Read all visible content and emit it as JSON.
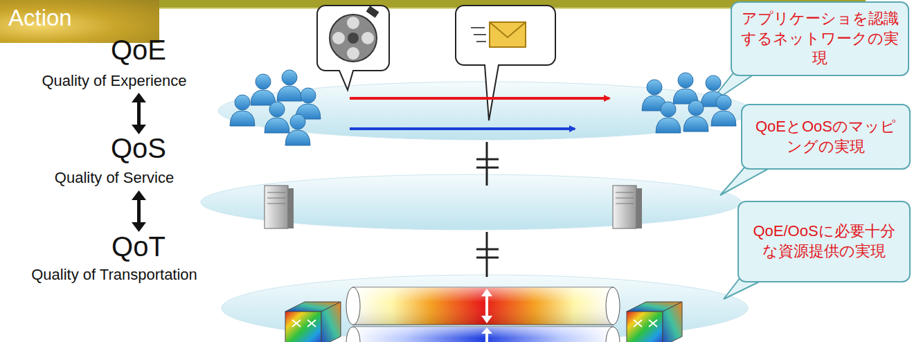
{
  "diagram": {
    "nodes": [
      {
        "text": [
          "Action"
        ]
      },
      {
        "text": [
          "アプリケーショを認識するネットワークの実現"
        ]
      },
      {
        "text": [
          "QoEとOoSのマッピングの実現"
        ]
      },
      {
        "text": [
          "QoE/OoSに必要十分な資源提供の実現"
        ]
      }
    ],
    "labels": [
      "QoE",
      "Quality of Experience",
      "QoS",
      "Quality of Service",
      "QoT",
      "Quality of Transportation"
    ]
  }
}
